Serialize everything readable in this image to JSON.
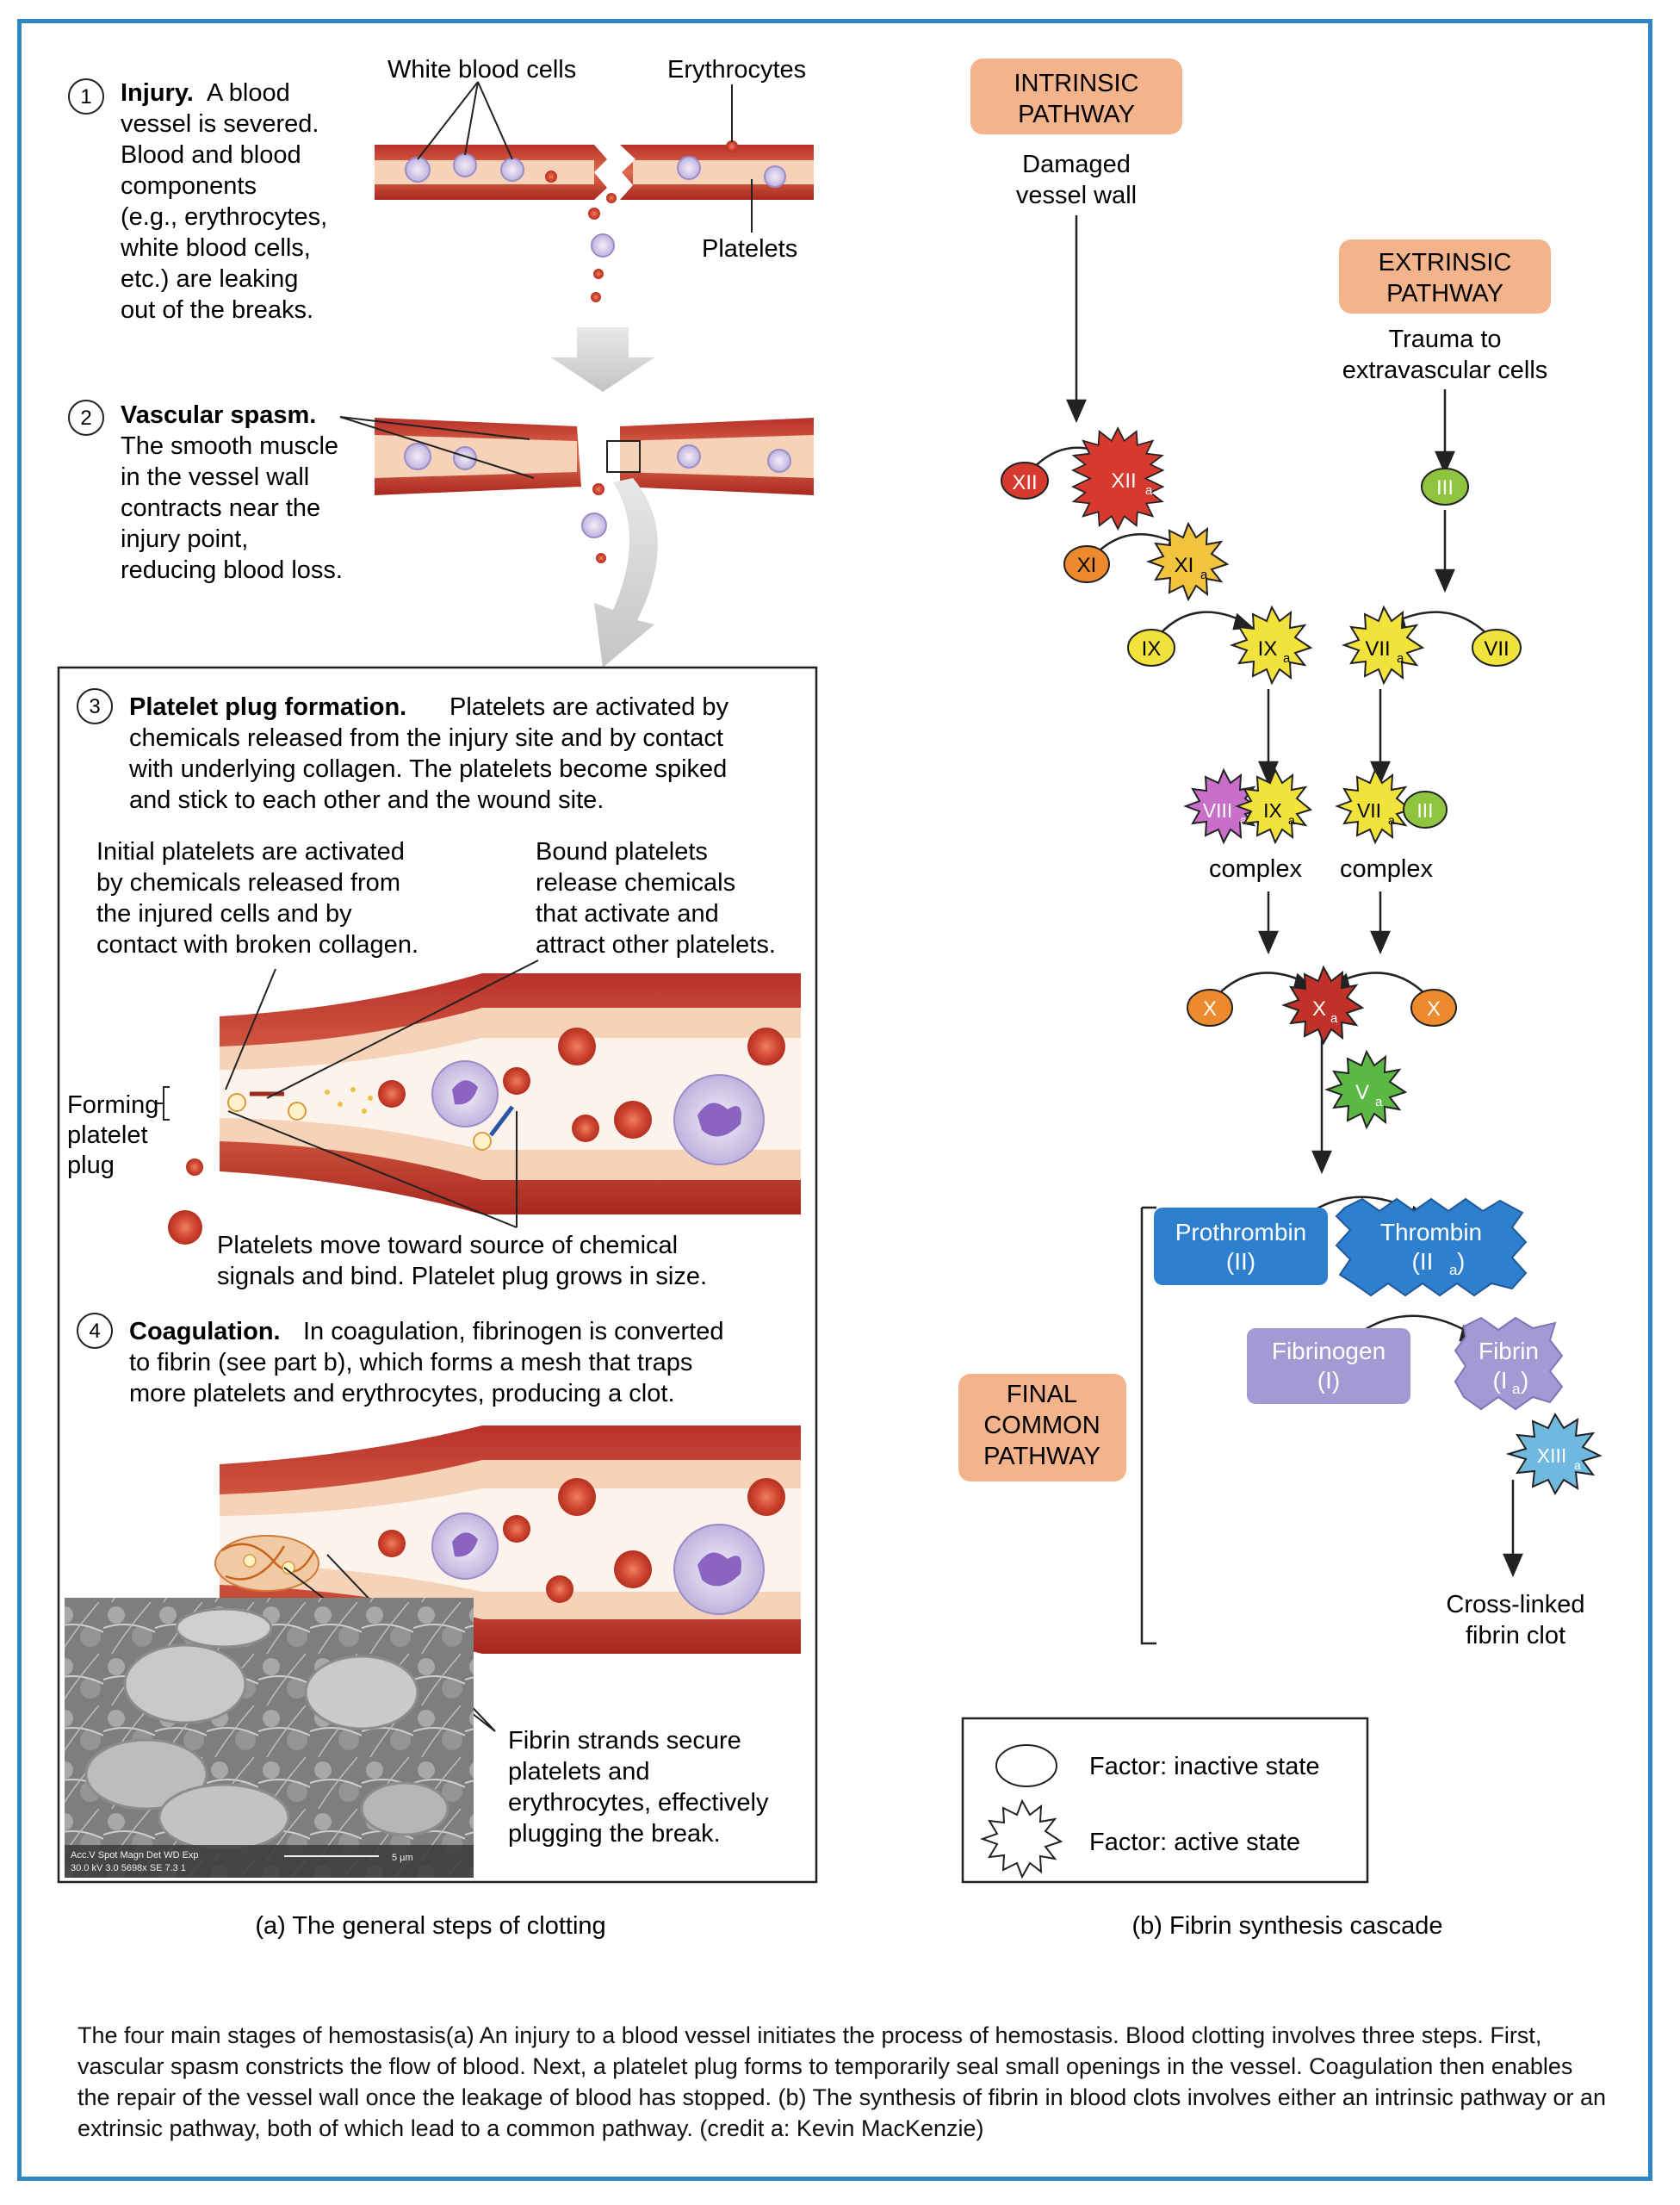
{
  "panel_a": {
    "caption": "(a) The general steps of clotting",
    "step1": {
      "number": "1",
      "title": "Injury.",
      "lines": [
        "A blood",
        "vessel is severed.",
        "Blood and blood",
        "components",
        "(e.g., erythrocytes,",
        "white blood cells,",
        "etc.) are leaking",
        "out of the breaks."
      ],
      "label_wbc": "White blood cells",
      "label_erythrocytes": "Erythrocytes",
      "label_platelets": "Platelets"
    },
    "step2": {
      "number": "2",
      "title": "Vascular spasm.",
      "lines": [
        "The smooth muscle",
        "in the vessel wall",
        "contracts near the",
        "injury point,",
        "reducing blood loss."
      ]
    },
    "step3": {
      "number": "3",
      "title": "Platelet plug formation.",
      "lines": [
        "Platelets are activated by",
        "chemicals released from the injury site and by contact",
        "with underlying collagen. The platelets become spiked",
        "and stick to each other and the wound site."
      ],
      "note_left": [
        "Initial platelets are activated",
        "by chemicals released from",
        "the injured cells and by",
        "contact with broken collagen."
      ],
      "note_right": [
        "Bound platelets",
        "release chemicals",
        "that activate and",
        "attract other platelets."
      ],
      "forming_label": [
        "Forming",
        "platelet",
        "plug"
      ],
      "move_note": [
        "Platelets move toward source of chemical",
        "signals and bind. Platelet plug grows in size."
      ]
    },
    "step4": {
      "number": "4",
      "title": "Coagulation.",
      "lines": [
        "In coagulation, fibrinogen is converted",
        "to fibrin (see part b), which forms a mesh that traps",
        "more platelets and erythrocytes, producing a clot."
      ],
      "fibrin_note": [
        "Fibrin strands secure",
        "platelets and",
        "erythrocytes, effectively",
        "plugging the break."
      ],
      "micro_info": [
        "Acc.V  Spot Magn   Det WD  Exp",
        "30.0 kV 3.0  5698x   SE  7.3  1"
      ],
      "micro_scale": "5 µm"
    }
  },
  "panel_b": {
    "caption": "(b) Fibrin synthesis cascade",
    "intrinsic_box": [
      "INTRINSIC",
      "PATHWAY"
    ],
    "intrinsic_trigger": [
      "Damaged",
      "vessel wall"
    ],
    "extrinsic_box": [
      "EXTRINSIC",
      "PATHWAY"
    ],
    "extrinsic_trigger": [
      "Trauma to",
      "extravascular cells"
    ],
    "final_box": [
      "FINAL",
      "COMMON",
      "PATHWAY"
    ],
    "factors": {
      "XII": "XII",
      "XIIa": "XII",
      "XI": "XI",
      "XIa": "XI",
      "IX": "IX",
      "IXa": "IX",
      "III": "III",
      "VII": "VII",
      "VIIa": "VII",
      "VIIIa": "VIII",
      "X": "X",
      "Xa": "X",
      "Va": "V",
      "XIIIa": "XIII",
      "sub_a": "a"
    },
    "complex_left": "complex",
    "complex_right": "complex",
    "prothrombin": [
      "Prothrombin",
      "(II)"
    ],
    "thrombin": [
      "Thrombin",
      "(II"
    ],
    "fibrinogen": [
      "Fibrinogen",
      "(I)"
    ],
    "fibrin": [
      "Fibrin",
      "(I"
    ],
    "clot": [
      "Cross-linked",
      "fibrin clot"
    ],
    "legend_inactive": "Factor: inactive state",
    "legend_active": "Factor: active state",
    "colors": {
      "red": "#d63a2e",
      "orange": "#ee8a2e",
      "yellow": "#f2e33c",
      "green": "#8fc43f",
      "purple": "#c86fc9",
      "blue": "#2f7fcf",
      "lavender": "#a399d3",
      "lightblue": "#6fb8e0",
      "peach": "#f3b48c",
      "frame": "#2f86c4"
    }
  },
  "caption": "The four main stages of hemostasis(a) An injury to a blood vessel initiates the process of hemostasis. Blood clotting involves three steps. First, vascular spasm constricts the flow of blood. Next, a platelet plug forms to temporarily seal small openings in the vessel. Coagulation then enables the repair of the vessel wall once the leakage of blood has stopped. (b) The synthesis of fibrin in blood clots involves either an intrinsic pathway or an extrinsic pathway, both of which lead to a common pathway. (credit a: Kevin MacKenzie)"
}
